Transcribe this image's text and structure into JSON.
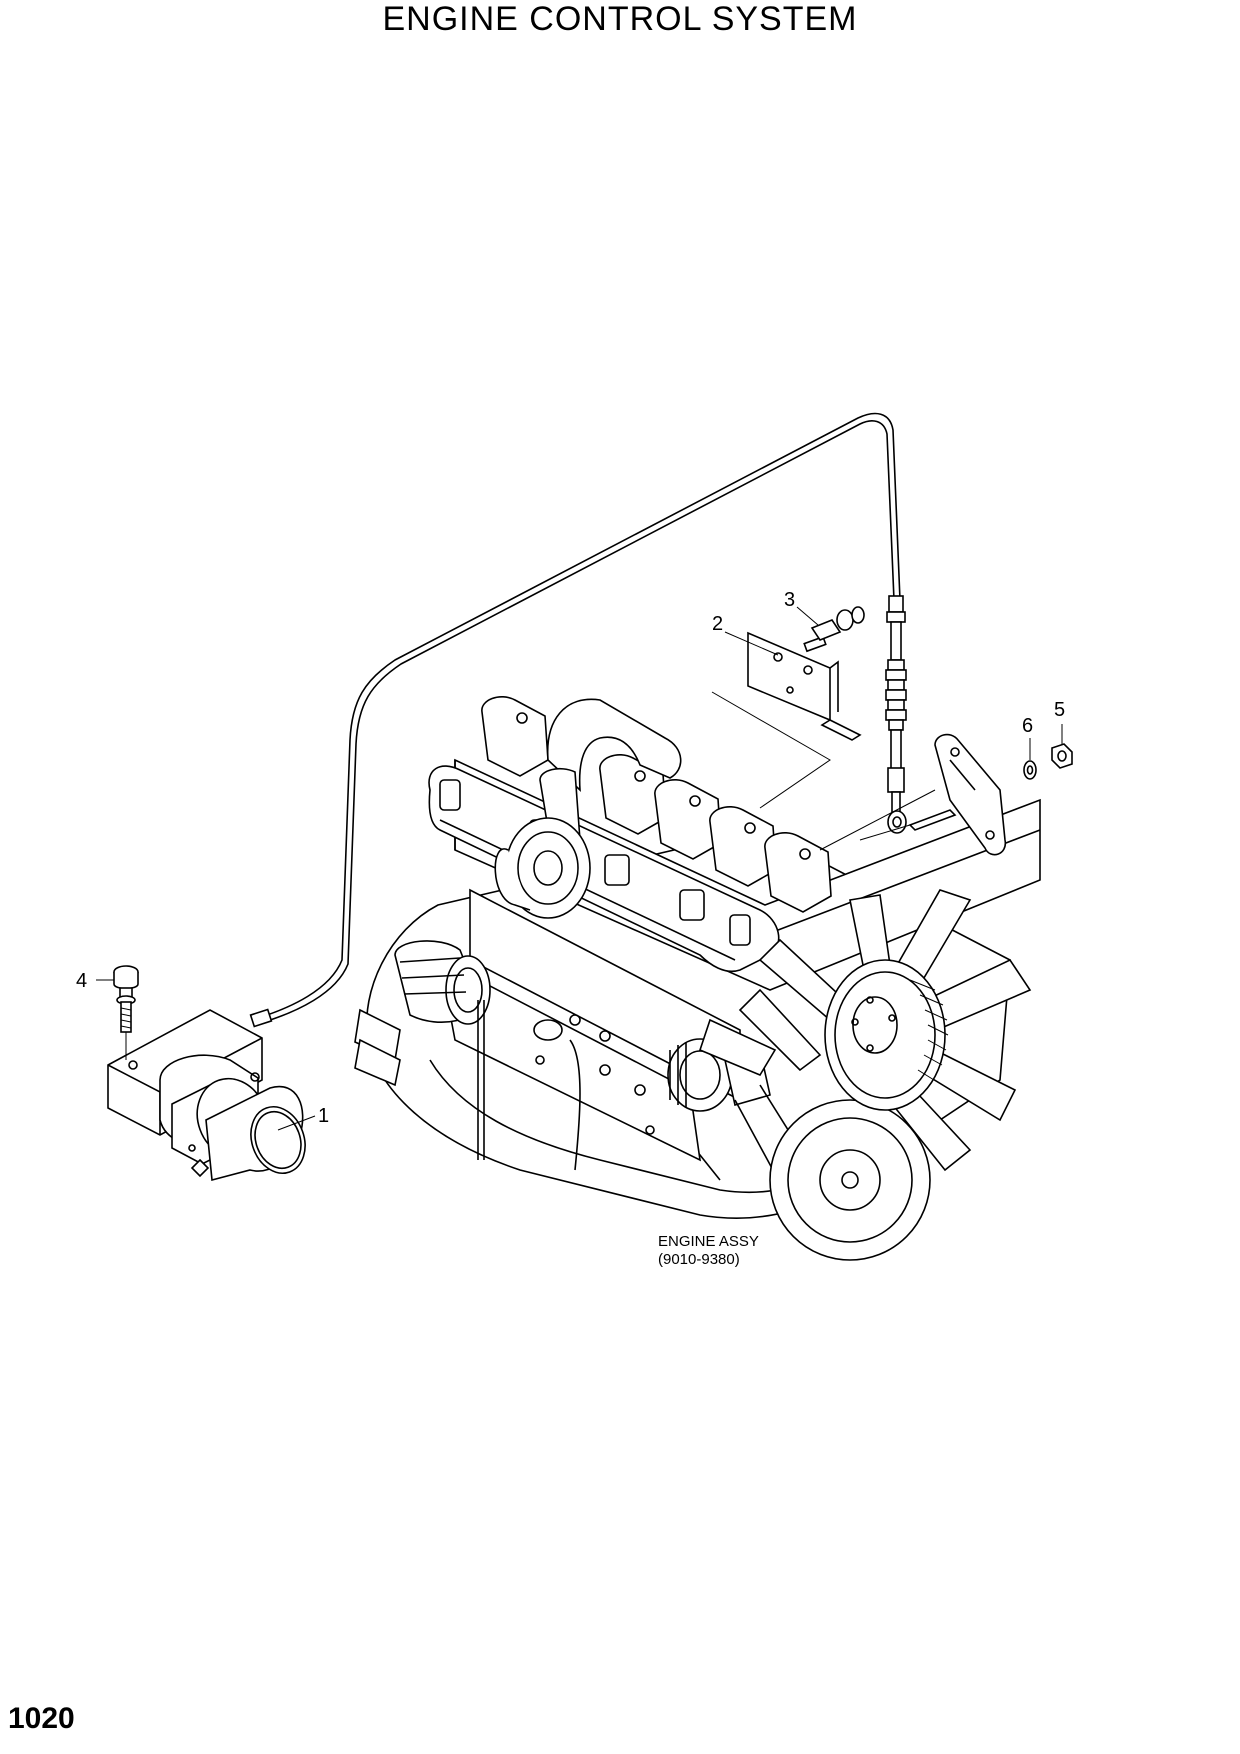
{
  "title": "ENGINE CONTROL SYSTEM",
  "page_number": "1020",
  "engine_label": {
    "line1": "ENGINE ASSY",
    "line2": "(9010-9380)"
  },
  "callouts": [
    {
      "number": "1",
      "part": "control-motor"
    },
    {
      "number": "2",
      "part": "bracket"
    },
    {
      "number": "3",
      "part": "bolt"
    },
    {
      "number": "4",
      "part": "bolt"
    },
    {
      "number": "5",
      "part": "nut"
    },
    {
      "number": "6",
      "part": "washer"
    }
  ]
}
